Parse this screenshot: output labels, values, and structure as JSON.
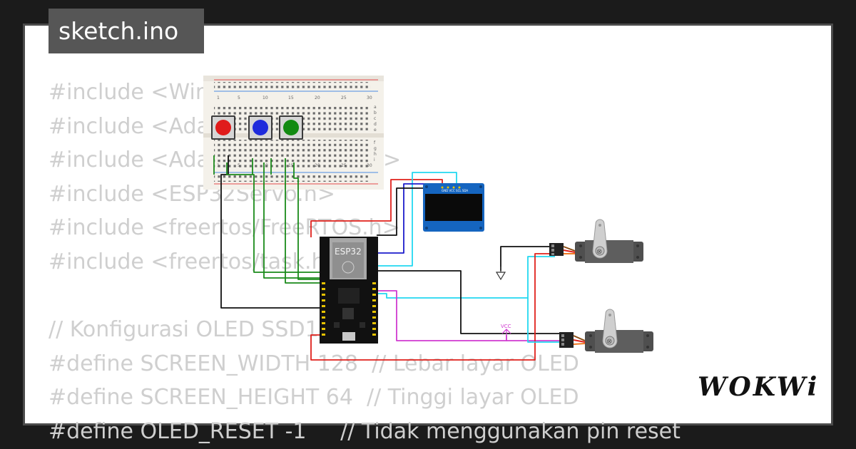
{
  "file_tab": {
    "label": "sketch.ino"
  },
  "code_lines": [
    "#include <Wire.h>",
    "#include <Adafruit_GFX.h>",
    "#include <Adafruit_SSD1306.h>",
    "#include <ESP32Servo.h>",
    "#include <freertos/FreeRTOS.h>",
    "#include <freertos/task.h>",
    "",
    "// Konfigurasi OLED SSD1306",
    "#define SCREEN_WIDTH 128  // Lebar layar OLED",
    "#define SCREEN_HEIGHT 64  // Tinggi layar OLED",
    "#define OLED_RESET -1     // Tidak menggunakan pin reset"
  ],
  "breadboard": {
    "column_numbers": [
      "1",
      "5",
      "10",
      "15",
      "20",
      "25",
      "30"
    ],
    "row_letters": [
      "a",
      "b",
      "c",
      "d",
      "e",
      "f",
      "g",
      "h",
      "i",
      "j"
    ]
  },
  "buttons": [
    {
      "name": "red",
      "color": "#e01b1b"
    },
    {
      "name": "blue",
      "color": "#1e2bdc"
    },
    {
      "name": "green",
      "color": "#128a12"
    }
  ],
  "esp32": {
    "label": "ESP32"
  },
  "oled": {
    "pin_labels": "GND VCC SCL SDA"
  },
  "power": {
    "vcc_label": "VCC"
  },
  "brand": {
    "logo": "WOKWi"
  },
  "colors": {
    "wire_red": "#e0201b",
    "wire_cyan": "#22d8f0",
    "wire_blue": "#1c1ccc",
    "wire_green": "#1a8a1a",
    "wire_magenta": "#d03ad0",
    "wire_black": "#111111",
    "oled_blue": "#1565c0",
    "servo_orange": "#f07820"
  }
}
